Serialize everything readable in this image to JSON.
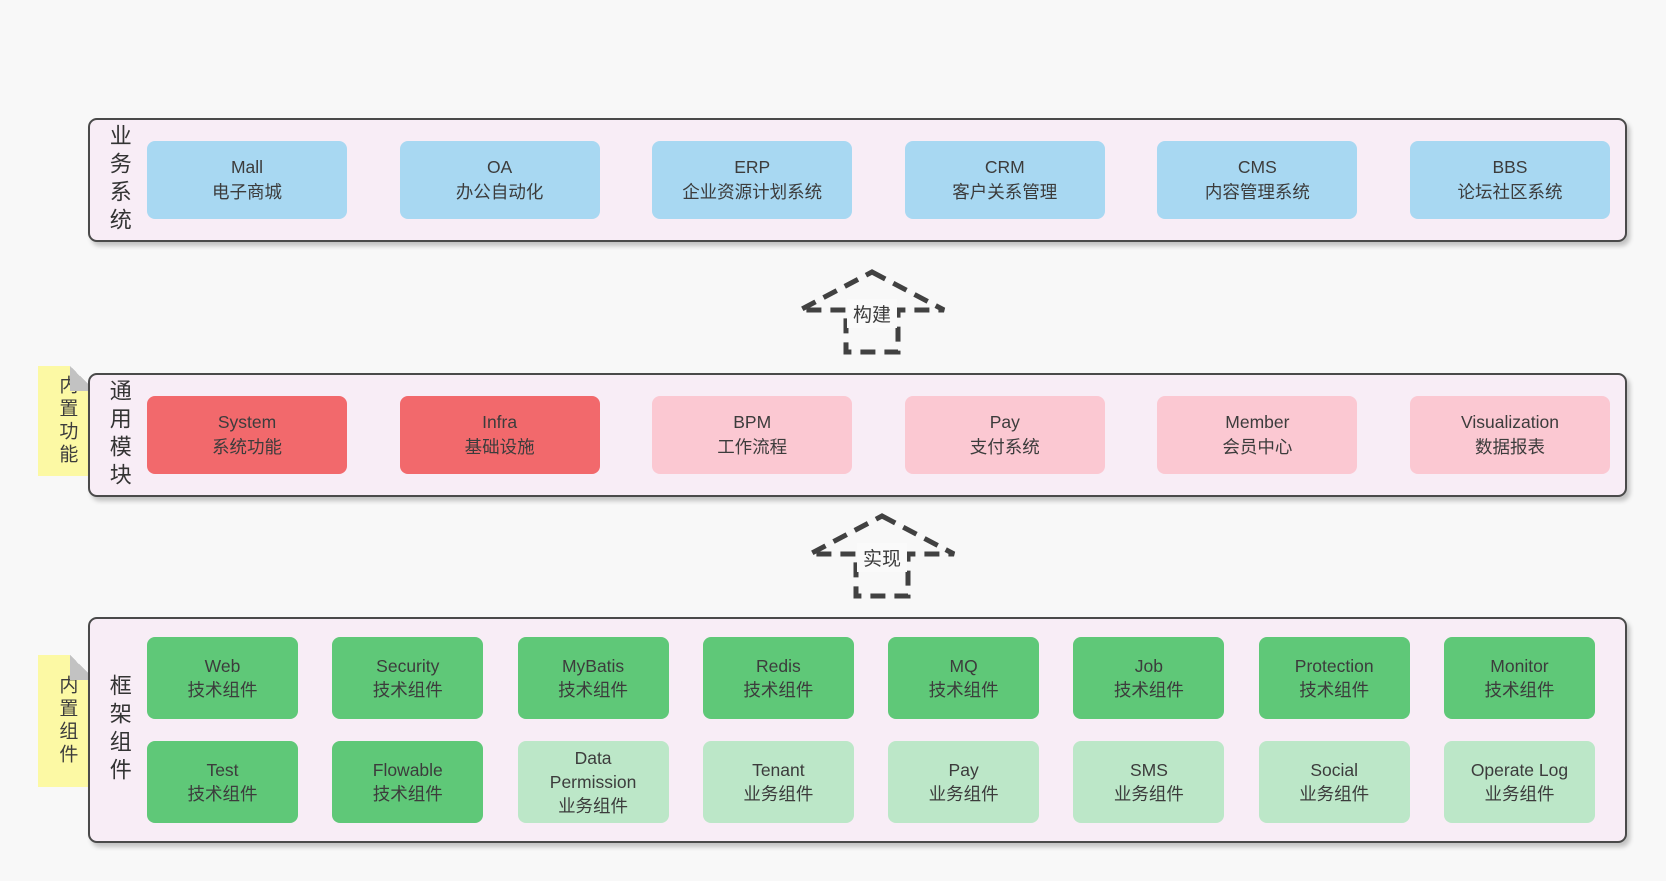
{
  "colors": {
    "page_bg": "#f8f8f8",
    "container_bg": "#f8edf6",
    "container_border": "#4a4a4a",
    "box_blue": "#a8d8f2",
    "box_red": "#f2696c",
    "box_pink": "#fbc8d2",
    "box_green": "#5fc878",
    "box_light_green": "#bce7c8",
    "note_yellow": "#fcf9a4",
    "note_fold_gray": "#c2c2c2",
    "arrow_dash": "#414141",
    "text": "#3c3c3c"
  },
  "arrows": [
    {
      "label": "构建"
    },
    {
      "label": "实现"
    }
  ],
  "layers": [
    {
      "side_label": "业务系统",
      "note": null,
      "rows": [
        [
          {
            "title": "Mall",
            "subtitle": "电子商城",
            "type": "blue"
          },
          {
            "title": "OA",
            "subtitle": "办公自动化",
            "type": "blue"
          },
          {
            "title": "ERP",
            "subtitle": "企业资源计划系统",
            "type": "blue"
          },
          {
            "title": "CRM",
            "subtitle": "客户关系管理",
            "type": "blue"
          },
          {
            "title": "CMS",
            "subtitle": "内容管理系统",
            "type": "blue"
          },
          {
            "title": "BBS",
            "subtitle": "论坛社区系统",
            "type": "blue"
          }
        ]
      ]
    },
    {
      "side_label": "通用模块",
      "note": "内置功能",
      "rows": [
        [
          {
            "title": "System",
            "subtitle": "系统功能",
            "type": "red"
          },
          {
            "title": "Infra",
            "subtitle": "基础设施",
            "type": "red"
          },
          {
            "title": "BPM",
            "subtitle": "工作流程",
            "type": "pink"
          },
          {
            "title": "Pay",
            "subtitle": "支付系统",
            "type": "pink"
          },
          {
            "title": "Member",
            "subtitle": "会员中心",
            "type": "pink"
          },
          {
            "title": "Visualization",
            "subtitle": "数据报表",
            "type": "pink"
          }
        ]
      ]
    },
    {
      "side_label": "框架组件",
      "note": "内置组件",
      "rows": [
        [
          {
            "title": "Web",
            "subtitle": "技术组件",
            "type": "green"
          },
          {
            "title": "Security",
            "subtitle": "技术组件",
            "type": "green"
          },
          {
            "title": "MyBatis",
            "subtitle": "技术组件",
            "type": "green"
          },
          {
            "title": "Redis",
            "subtitle": "技术组件",
            "type": "green"
          },
          {
            "title": "MQ",
            "subtitle": "技术组件",
            "type": "green"
          },
          {
            "title": "Job",
            "subtitle": "技术组件",
            "type": "green"
          },
          {
            "title": "Protection",
            "subtitle": "技术组件",
            "type": "green"
          },
          {
            "title": "Monitor",
            "subtitle": "技术组件",
            "type": "green"
          }
        ],
        [
          {
            "title": "Test",
            "subtitle": "技术组件",
            "type": "green"
          },
          {
            "title": "Flowable",
            "subtitle": "技术组件",
            "type": "green"
          },
          {
            "title": "Data Permission",
            "subtitle": "业务组件",
            "type": "light_green"
          },
          {
            "title": "Tenant",
            "subtitle": "业务组件",
            "type": "light_green"
          },
          {
            "title": "Pay",
            "subtitle": "业务组件",
            "type": "light_green"
          },
          {
            "title": "SMS",
            "subtitle": "业务组件",
            "type": "light_green"
          },
          {
            "title": "Social",
            "subtitle": "业务组件",
            "type": "light_green"
          },
          {
            "title": "Operate Log",
            "subtitle": "业务组件",
            "type": "light_green"
          }
        ]
      ]
    }
  ]
}
